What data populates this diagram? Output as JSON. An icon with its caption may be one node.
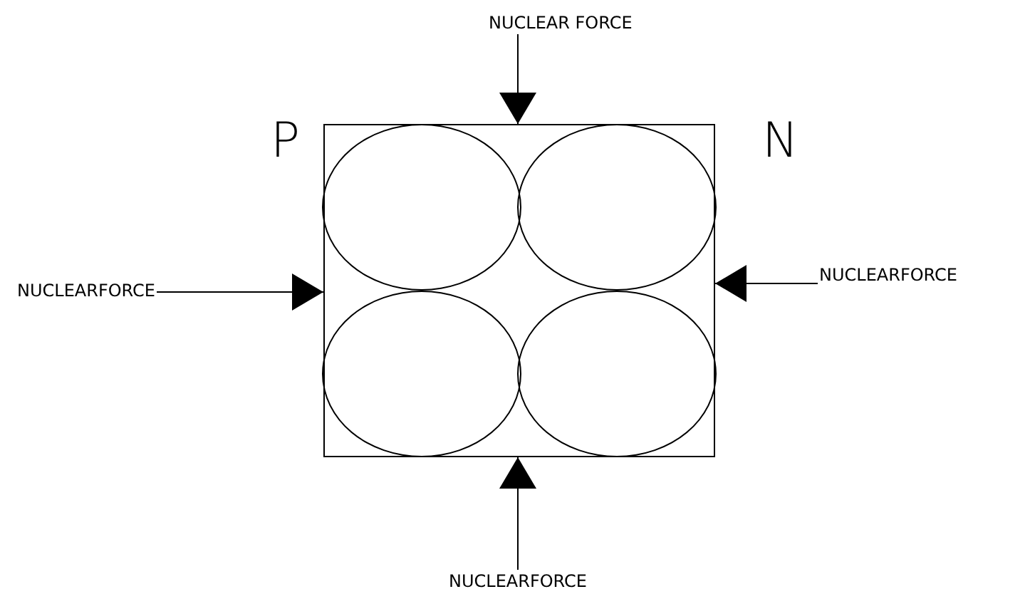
{
  "diagram": {
    "nodes": [
      {
        "text": [
          "NUCLEAR FORCE"
        ]
      },
      {
        "text": [],
        "shape": "box"
      },
      {
        "text": [],
        "shape": "circle",
        "in": 1
      },
      {
        "text": [],
        "shape": "circle",
        "in": 1
      },
      {
        "text": [],
        "shape": "circle",
        "in": 1
      },
      {
        "text": [],
        "shape": "circle",
        "in": 1
      },
      {
        "text": [
          "NUCLEARFORCE"
        ]
      },
      {
        "text": [
          "NUCLEARFORCE"
        ]
      },
      {
        "text": [
          "NUCLEARFORCE"
        ]
      }
    ],
    "edges": [
      {
        "from": 0,
        "to": 1,
        "arrow": "to"
      },
      {
        "from": 6,
        "to": 1,
        "arrow": "to"
      },
      {
        "from": 7,
        "to": 1,
        "arrow": "to"
      },
      {
        "from": 8,
        "to": 1,
        "arrow": "to"
      }
    ],
    "labels": [
      "P",
      "N"
    ]
  }
}
